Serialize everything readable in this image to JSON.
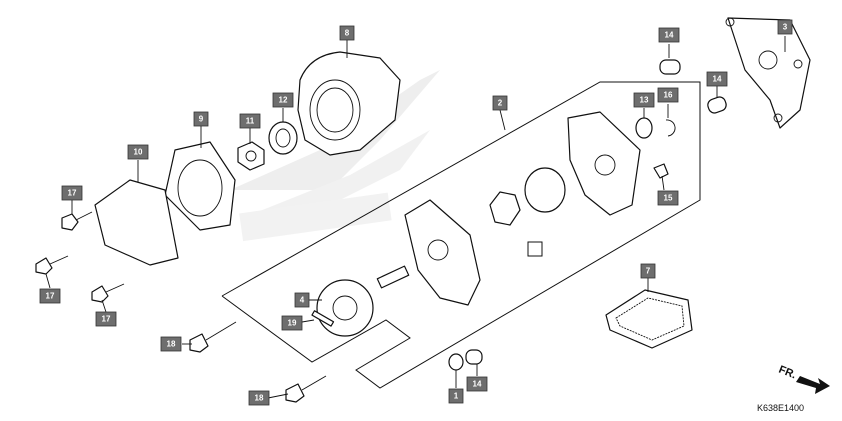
{
  "diagram_code": "K638E1400",
  "direction_label": "FR.",
  "callouts": {
    "c1": "1",
    "c2": "2",
    "c3": "3",
    "c4": "4",
    "c7": "7",
    "c8": "8",
    "c9": "9",
    "c10": "10",
    "c11": "11",
    "c12": "12",
    "c13": "13",
    "c14a": "14",
    "c14b": "14",
    "c14c": "14",
    "c15": "15",
    "c16": "16",
    "c17a": "17",
    "c17b": "17",
    "c17c": "17",
    "c18a": "18",
    "c18b": "18",
    "c19": "19"
  },
  "colors": {
    "callout_fill": "#6e6e6e",
    "line": "#111111",
    "watermark": "#c8c8c8"
  }
}
